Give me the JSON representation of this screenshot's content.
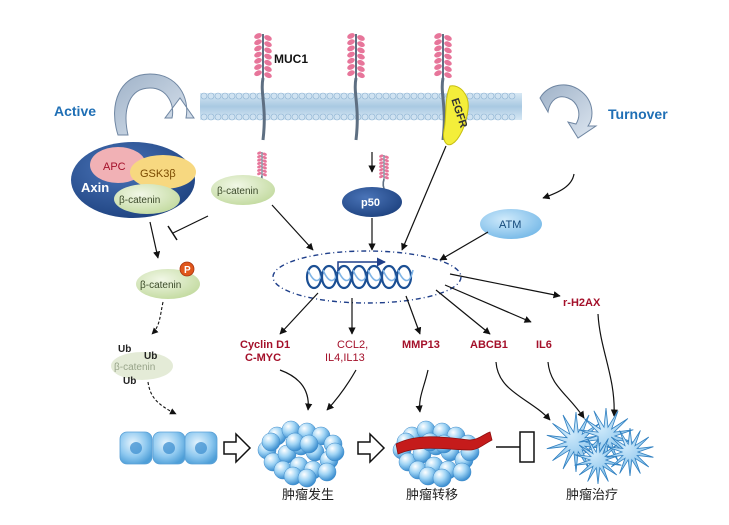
{
  "labels": {
    "muc1": "MUC1",
    "active": "Active",
    "turnover": "Turnover",
    "egfr": "EGFR",
    "axin": "Axin",
    "apc": "APC",
    "gsk3b": "GSK3β",
    "bcatenin_complex": "β-catenin",
    "bcatenin_free": "β-catenin",
    "bcatenin_p": "β-catenin",
    "phospho": "P",
    "bcatenin_ub": "β-catenin",
    "ub1": "Ub",
    "ub2": "Ub",
    "ub3": "Ub",
    "p50": "p50",
    "atm": "ATM",
    "cyclin_line1": "Cyclin D1",
    "cyclin_line2": "C-MYC",
    "ccl2_line1": "CCL2,",
    "ccl2_line2": "IL4,IL13",
    "mmp13": "MMP13",
    "abcb1": "ABCB1",
    "il6": "IL6",
    "h2ax": "r-H2AX",
    "bottom_tumorigenesis": "肿瘤发生",
    "bottom_metastasis": "肿瘤转移",
    "bottom_therapy": "肿瘤治疗"
  },
  "colors": {
    "label_blue": "#1f6fb5",
    "gene_red": "#a4102a",
    "muc1_pink": "#e7759a",
    "membrane_blue": "#bcd6ea",
    "egfr_yellow": "#f4ee3a",
    "axin_navy": "#2c4a86",
    "apc_pink": "#f1b1b5",
    "gsk_yellow": "#f7d880",
    "cat_green": "#d6e7bc",
    "p50_navy": "#26508f",
    "atm_blue": "#8cc6ec",
    "cell_blue": "#9fd1f3",
    "tumor_red": "#c51b1b",
    "phospho_orange": "#e0561b"
  }
}
